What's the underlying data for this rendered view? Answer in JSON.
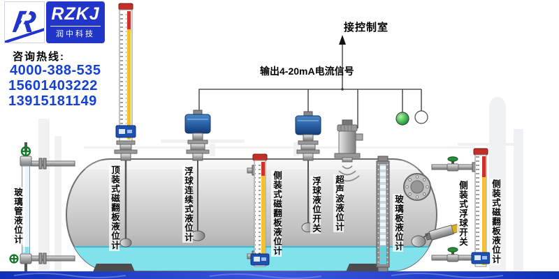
{
  "brand": {
    "logo_mark": "R",
    "logo_text": "RZKJ",
    "logo_sub": "润中科技",
    "hotline_label": "咨询热线:",
    "phones": [
      "4000-388-535",
      "15601403222",
      "13915181149"
    ]
  },
  "annotations": {
    "control_room": "接控制室",
    "signal_output": "输出4-20mA电流信号"
  },
  "instruments": [
    {
      "id": "glass-tube-gauge",
      "label": "玻璃管液位计"
    },
    {
      "id": "top-mounted-magnetic-gauge",
      "label": "顶装式磁翻板液位计"
    },
    {
      "id": "float-continuous-gauge",
      "label": "浮球连续式液位计"
    },
    {
      "id": "side-mounted-magnetic-gauge",
      "label": "侧装式磁翻板液位计"
    },
    {
      "id": "float-level-switch",
      "label": "浮球液位开关"
    },
    {
      "id": "ultrasonic-gauge",
      "label": "超声波液位计"
    },
    {
      "id": "glass-plate-gauge",
      "label": "玻璃板液位计"
    },
    {
      "id": "side-mounted-float-switch",
      "label": "侧装式浮球开关"
    },
    {
      "id": "side-mounted-magnetic-gauge-2",
      "label": "侧装式磁翻板液位计"
    }
  ],
  "colors": {
    "brand_blue": "#2136c8",
    "phone_blue": "#1540d4",
    "liquid_cyan": "#82e2ec",
    "gauge_red": "#c03028",
    "gauge_yellow": "#f2c12e",
    "display_blue": "#1d50b0",
    "indicator_green": "#35b04a",
    "footer_blue": "#1030b8"
  }
}
